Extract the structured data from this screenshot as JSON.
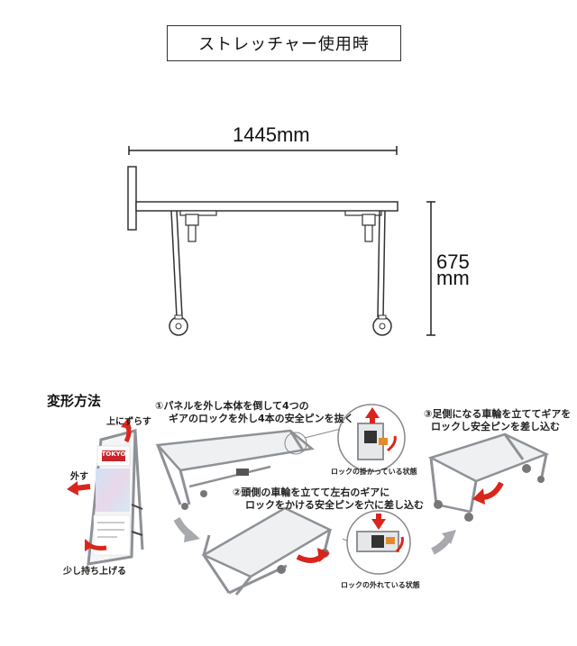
{
  "title": "ストレッチャー使用時",
  "dimensions": {
    "length": "1445mm",
    "height_value": "675",
    "height_unit": "mm"
  },
  "method": {
    "heading": "変形方法",
    "panel_labels": {
      "slide_up": "上にずらす",
      "remove": "外す",
      "lift": "少し持ち上げる"
    },
    "steps": [
      {
        "line1": "①パネルを外し本体を倒して4つの",
        "line2": "ギアのロックを外し4本の安全ピンを抜く"
      },
      {
        "line1": "②頭側の車輪を立てて左右のギアに",
        "line2": "ロックをかける安全ピンを穴に差し込む"
      },
      {
        "line1": "③足側になる車輪を立ててギアを",
        "line2": "ロックし安全ピンを差し込む"
      }
    ],
    "callouts": {
      "locked": "ロックの掛かっている状態",
      "unlocked": "ロックの外れている状態"
    },
    "sign_logo": "TOKYO"
  },
  "colors": {
    "arrow_red": "#d9261c",
    "arrow_gray": "#a7a9ac",
    "frame": "#8e9196",
    "sheet": "#eef0f2"
  }
}
